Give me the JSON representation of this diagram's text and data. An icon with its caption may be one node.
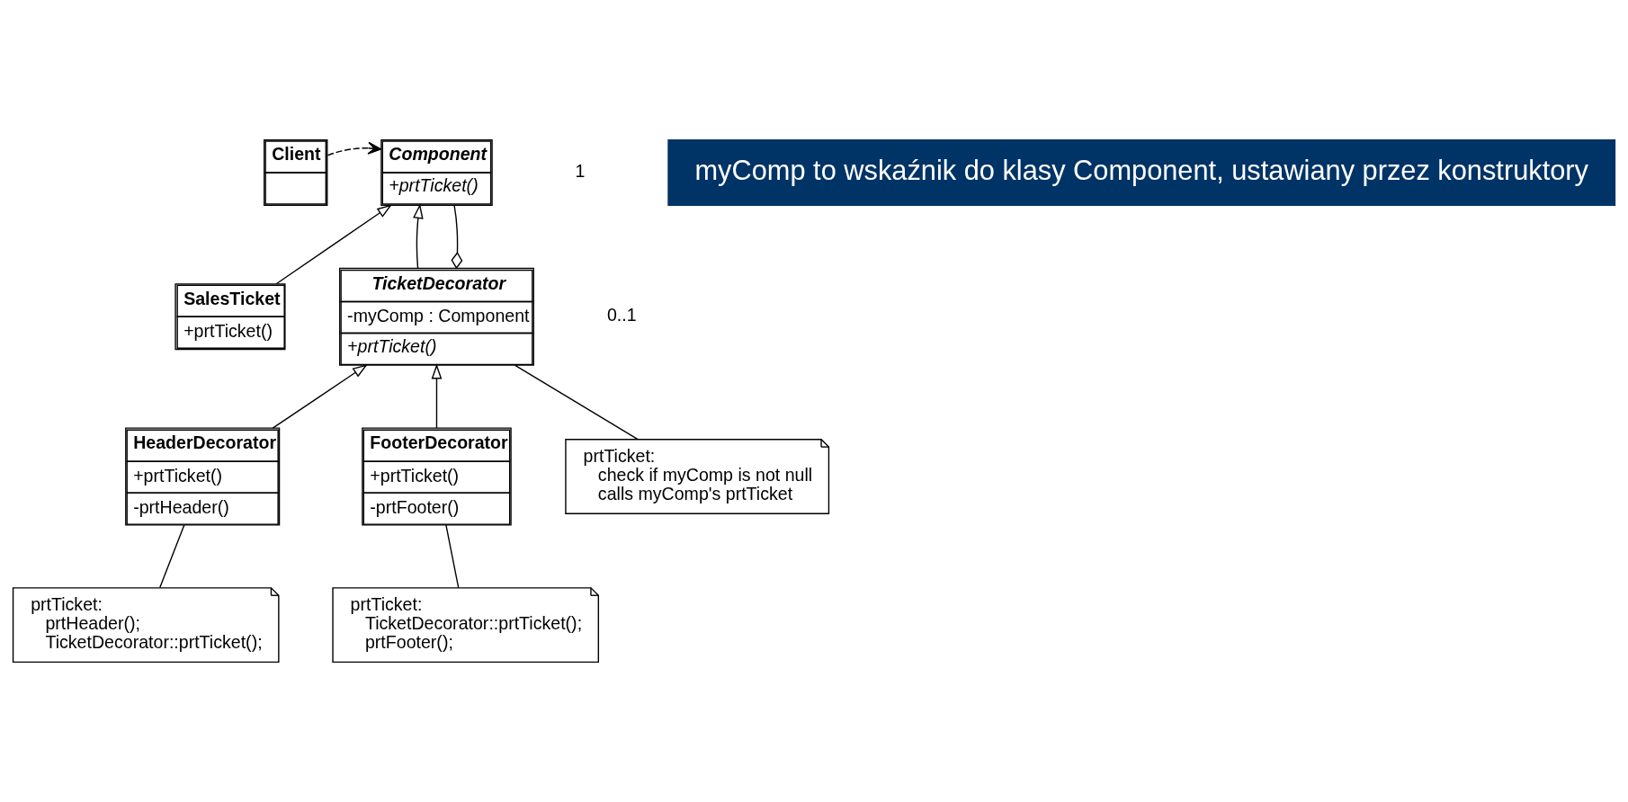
{
  "diagram": {
    "nodes": [
      {
        "text": [
          "Client"
        ]
      },
      {
        "text": [
          "Component",
          "+prtTicket()"
        ]
      },
      {
        "text": [
          "SalesTicket",
          "+prtTicket()"
        ]
      },
      {
        "text": [
          "TicketDecorator",
          "-myComp : Component",
          "+prtTicket()"
        ]
      },
      {
        "text": [
          "HeaderDecorator",
          "+prtTicket()",
          "-prtHeader()"
        ]
      },
      {
        "text": [
          "FooterDecorator",
          "+prtTicket()",
          "-prtFooter()"
        ]
      },
      {
        "text": [
          "prtTicket:",
          "check if myComp is not null",
          "calls myComp's prtTicket"
        ]
      },
      {
        "text": [
          "prtTicket:",
          "prtHeader();",
          "TicketDecorator::prtTicket();"
        ]
      },
      {
        "text": [
          "prtTicket:",
          "TicketDecorator::prtTicket();",
          "prtFooter();"
        ]
      },
      {
        "text": [
          "myComp to wskaźnik do klasy Component, ustawiany przez konstruktory"
        ]
      }
    ],
    "edges": [
      {
        "from": 0,
        "to": 1,
        "arrow": "to",
        "style": "dashed"
      },
      {
        "from": 2,
        "to": 1,
        "arrow": "to"
      },
      {
        "from": 3,
        "to": 1,
        "arrow": "to"
      },
      {
        "from": 3,
        "to": 1,
        "arrow": "other"
      },
      {
        "from": 4,
        "to": 3,
        "arrow": "to"
      },
      {
        "from": 5,
        "to": 3,
        "arrow": "to"
      },
      {
        "from": 6,
        "to": 3,
        "arrow": "none"
      },
      {
        "from": 7,
        "to": 4,
        "arrow": "none"
      },
      {
        "from": 8,
        "to": 5,
        "arrow": "none"
      }
    ],
    "labels": [
      "1",
      "0..1"
    ]
  }
}
